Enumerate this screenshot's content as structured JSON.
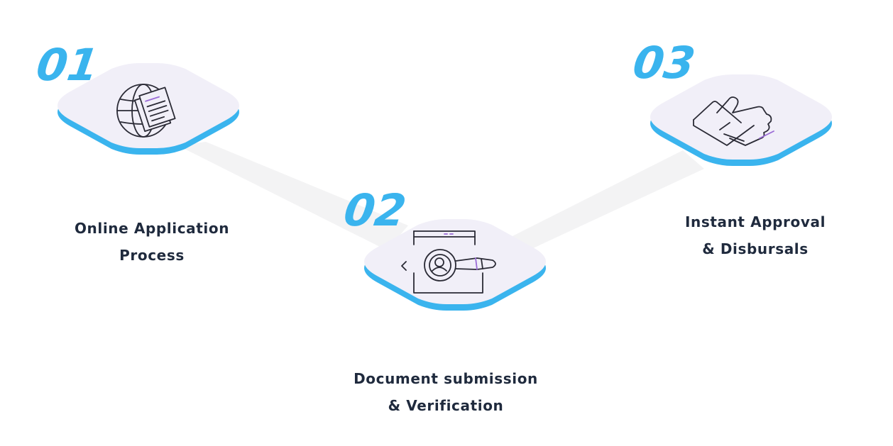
{
  "colors": {
    "accent": "#3ab4ee",
    "tile": "#f1eff8",
    "connector": "#f3f3f4",
    "icon_stroke": "#2a2a35",
    "icon_accent": "#9b6bd6",
    "text": "#1f2a3d"
  },
  "steps": [
    {
      "number": "01",
      "icon": "globe-document-icon",
      "caption_line1": "Online Application",
      "caption_line2": "Process"
    },
    {
      "number": "02",
      "icon": "magnifier-document-icon",
      "caption_line1": "Document submission",
      "caption_line2": "& Verification"
    },
    {
      "number": "03",
      "icon": "thumbs-up-icon",
      "caption_line1": "Instant Approval",
      "caption_line2": "& Disbursals"
    }
  ]
}
